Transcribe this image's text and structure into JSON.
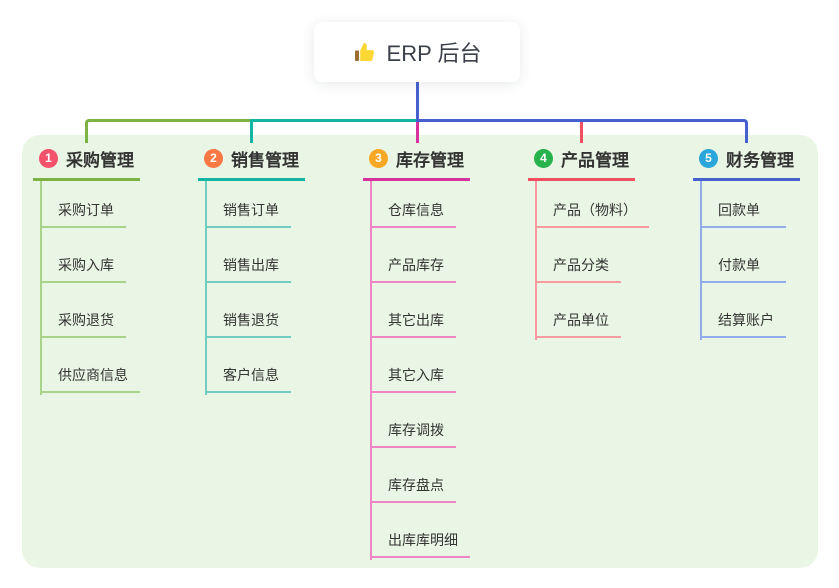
{
  "root": {
    "label": "ERP 后台",
    "icon": "thumbs-up-icon",
    "connector_color": "#4660d0"
  },
  "panel": {
    "background_color": "#eaf6e5"
  },
  "branches": [
    {
      "number": "1",
      "label": "采购管理",
      "badge_color": "#f4516c",
      "line_color": "#7cb342",
      "sub_line_color": "#a8d388",
      "items": [
        "采购订单",
        "采购入库",
        "采购退货",
        "供应商信息"
      ]
    },
    {
      "number": "2",
      "label": "销售管理",
      "badge_color": "#f97844",
      "line_color": "#13b5a2",
      "sub_line_color": "#74cbbf",
      "items": [
        "销售订单",
        "销售出库",
        "销售退货",
        "客户信息"
      ]
    },
    {
      "number": "3",
      "label": "库存管理",
      "badge_color": "#f9a825",
      "line_color": "#d6329e",
      "sub_line_color": "#ee86c3",
      "items": [
        "仓库信息",
        "产品库存",
        "其它出库",
        "其它入库",
        "库存调拨",
        "库存盘点",
        "出库库明细"
      ]
    },
    {
      "number": "4",
      "label": "产品管理",
      "badge_color": "#27b24e",
      "line_color": "#ef4f5f",
      "sub_line_color": "#f79ba1",
      "items": [
        "产品（物料）",
        "产品分类",
        "产品单位"
      ]
    },
    {
      "number": "5",
      "label": "财务管理",
      "badge_color": "#2aa6da",
      "line_color": "#4660d0",
      "sub_line_color": "#93abe8",
      "items": [
        "回款单",
        "付款单",
        "结算账户"
      ]
    }
  ]
}
